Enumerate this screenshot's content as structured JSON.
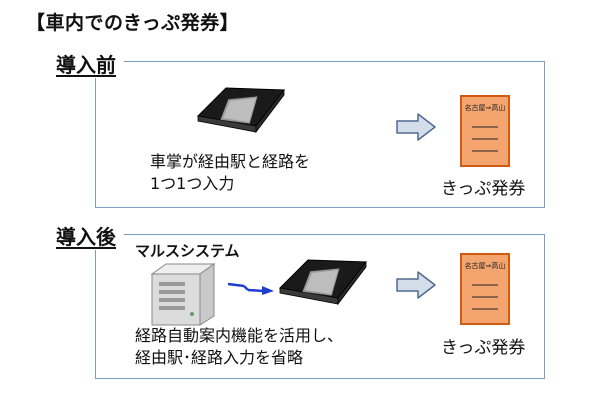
{
  "title": "【車内でのきっぷ発券】",
  "before": {
    "label": "導入前",
    "line1": "車掌が経由駅と経路を",
    "line2": "1つ1つ入力",
    "ticket_caption": "きっぷ発券",
    "ticket_header": "名古屋⇒高山"
  },
  "after": {
    "label": "導入後",
    "system_label": "マルスシステム",
    "line1": "経路自動案内機能を活用し、",
    "line2": "経由駅･経路入力を省略",
    "ticket_caption": "きっぷ発券",
    "ticket_header": "名古屋⇒高山"
  },
  "colors": {
    "panel_border": "#7f9cc1",
    "ticket_fill": "#f4a46e",
    "ticket_border": "#d35a13",
    "arrow_fill": "#d4deeb",
    "arrow_stroke": "#4f6a8f",
    "signal_arrow": "#1f3fd1"
  },
  "icons": {
    "terminal": "handheld-terminal-icon",
    "server": "server-icon",
    "arrow": "right-arrow-icon",
    "ticket": "ticket-icon"
  }
}
